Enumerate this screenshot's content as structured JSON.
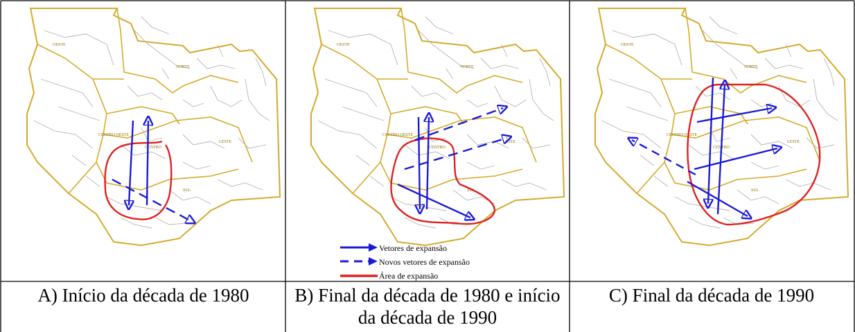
{
  "panels": [
    {
      "caption": "A) Início da década de 1980"
    },
    {
      "caption": "B) Final da década de 1980 e início da década de 1990"
    },
    {
      "caption": "C) Final da década de 1990"
    }
  ],
  "region_labels": [
    "OESTE",
    "NORTE",
    "CENTRO OESTE",
    "CENTRO",
    "LESTE",
    "SUL"
  ],
  "legend": {
    "solid": "Vetores de expansão",
    "dashed": "Novos vetores de expansão",
    "area": "Área de expansão"
  },
  "colors": {
    "region_border": "#d4aa2a",
    "municipal_border": "#b4b4b4",
    "vector": "#1a1ad6",
    "expansion_area": "#e02020"
  }
}
